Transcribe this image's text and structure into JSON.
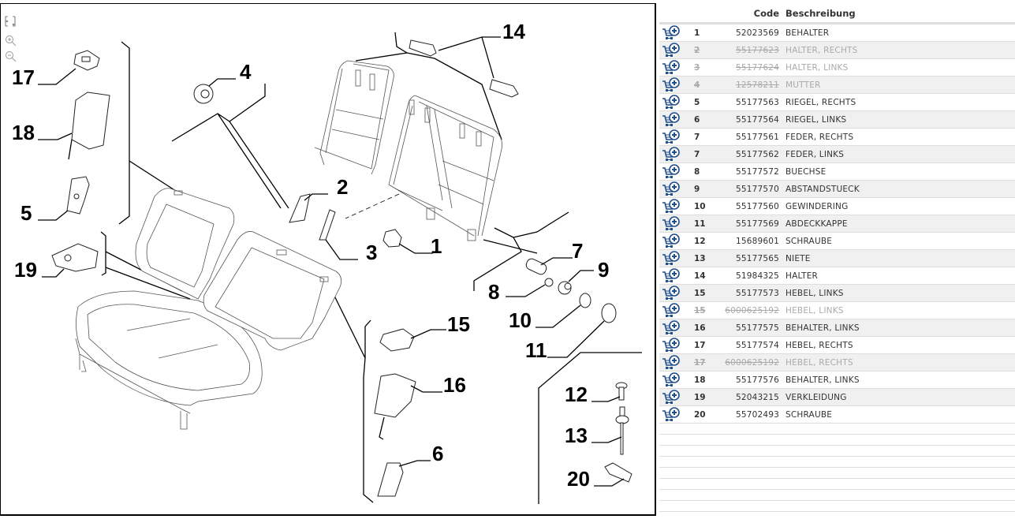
{
  "diagram": {
    "tools": [
      {
        "name": "fit-to-window-icon"
      },
      {
        "name": "zoom-in-icon"
      },
      {
        "name": "zoom-out-icon"
      }
    ],
    "callouts": [
      "17",
      "18",
      "5",
      "19",
      "4",
      "2",
      "3",
      "1",
      "14",
      "7",
      "8",
      "9",
      "10",
      "11",
      "15",
      "16",
      "6",
      "12",
      "13",
      "20"
    ]
  },
  "parts_table": {
    "headers": {
      "pos": "",
      "code": "Code",
      "description": "Beschreibung"
    },
    "rows": [
      {
        "pos": "1",
        "code": "52023569",
        "description": "BEHALTER",
        "obsolete": false
      },
      {
        "pos": "2",
        "code": "55177623",
        "description": "HALTER, RECHTS",
        "obsolete": true
      },
      {
        "pos": "3",
        "code": "55177624",
        "description": "HALTER, LINKS",
        "obsolete": true
      },
      {
        "pos": "4",
        "code": "12578211",
        "description": "MUTTER",
        "obsolete": true
      },
      {
        "pos": "5",
        "code": "55177563",
        "description": "RIEGEL, RECHTS",
        "obsolete": false
      },
      {
        "pos": "6",
        "code": "55177564",
        "description": "RIEGEL, LINKS",
        "obsolete": false
      },
      {
        "pos": "7",
        "code": "55177561",
        "description": "FEDER, RECHTS",
        "obsolete": false
      },
      {
        "pos": "7",
        "code": "55177562",
        "description": "FEDER, LINKS",
        "obsolete": false
      },
      {
        "pos": "8",
        "code": "55177572",
        "description": "BUECHSE",
        "obsolete": false
      },
      {
        "pos": "9",
        "code": "55177570",
        "description": "ABSTANDSTUECK",
        "obsolete": false
      },
      {
        "pos": "10",
        "code": "55177560",
        "description": "GEWINDERING",
        "obsolete": false
      },
      {
        "pos": "11",
        "code": "55177569",
        "description": "ABDECKKAPPE",
        "obsolete": false
      },
      {
        "pos": "12",
        "code": "15689601",
        "description": "SCHRAUBE",
        "obsolete": false
      },
      {
        "pos": "13",
        "code": "55177565",
        "description": "NIETE",
        "obsolete": false
      },
      {
        "pos": "14",
        "code": "51984325",
        "description": "HALTER",
        "obsolete": false
      },
      {
        "pos": "15",
        "code": "55177573",
        "description": "HEBEL, LINKS",
        "obsolete": false
      },
      {
        "pos": "15",
        "code": "6000625192",
        "description": "HEBEL, LINKS",
        "obsolete": true
      },
      {
        "pos": "16",
        "code": "55177575",
        "description": "BEHALTER, LINKS",
        "obsolete": false
      },
      {
        "pos": "17",
        "code": "55177574",
        "description": "HEBEL, RECHTS",
        "obsolete": false
      },
      {
        "pos": "17",
        "code": "6000625192",
        "description": "HEBEL, RECHTS",
        "obsolete": true
      },
      {
        "pos": "18",
        "code": "55177576",
        "description": "BEHALTER, LINKS",
        "obsolete": false
      },
      {
        "pos": "19",
        "code": "52043215",
        "description": "VERKLEIDUNG",
        "obsolete": false
      },
      {
        "pos": "20",
        "code": "55702493",
        "description": "SCHRAUBE",
        "obsolete": false
      }
    ],
    "row_icon": "add-to-cart-icon",
    "empty_rows": 8
  },
  "colors": {
    "cart_icon": "#1f4e8c",
    "obsolete_text": "#aaaaaa",
    "row_alt": "#f0f0f0",
    "border": "#dddddd"
  }
}
